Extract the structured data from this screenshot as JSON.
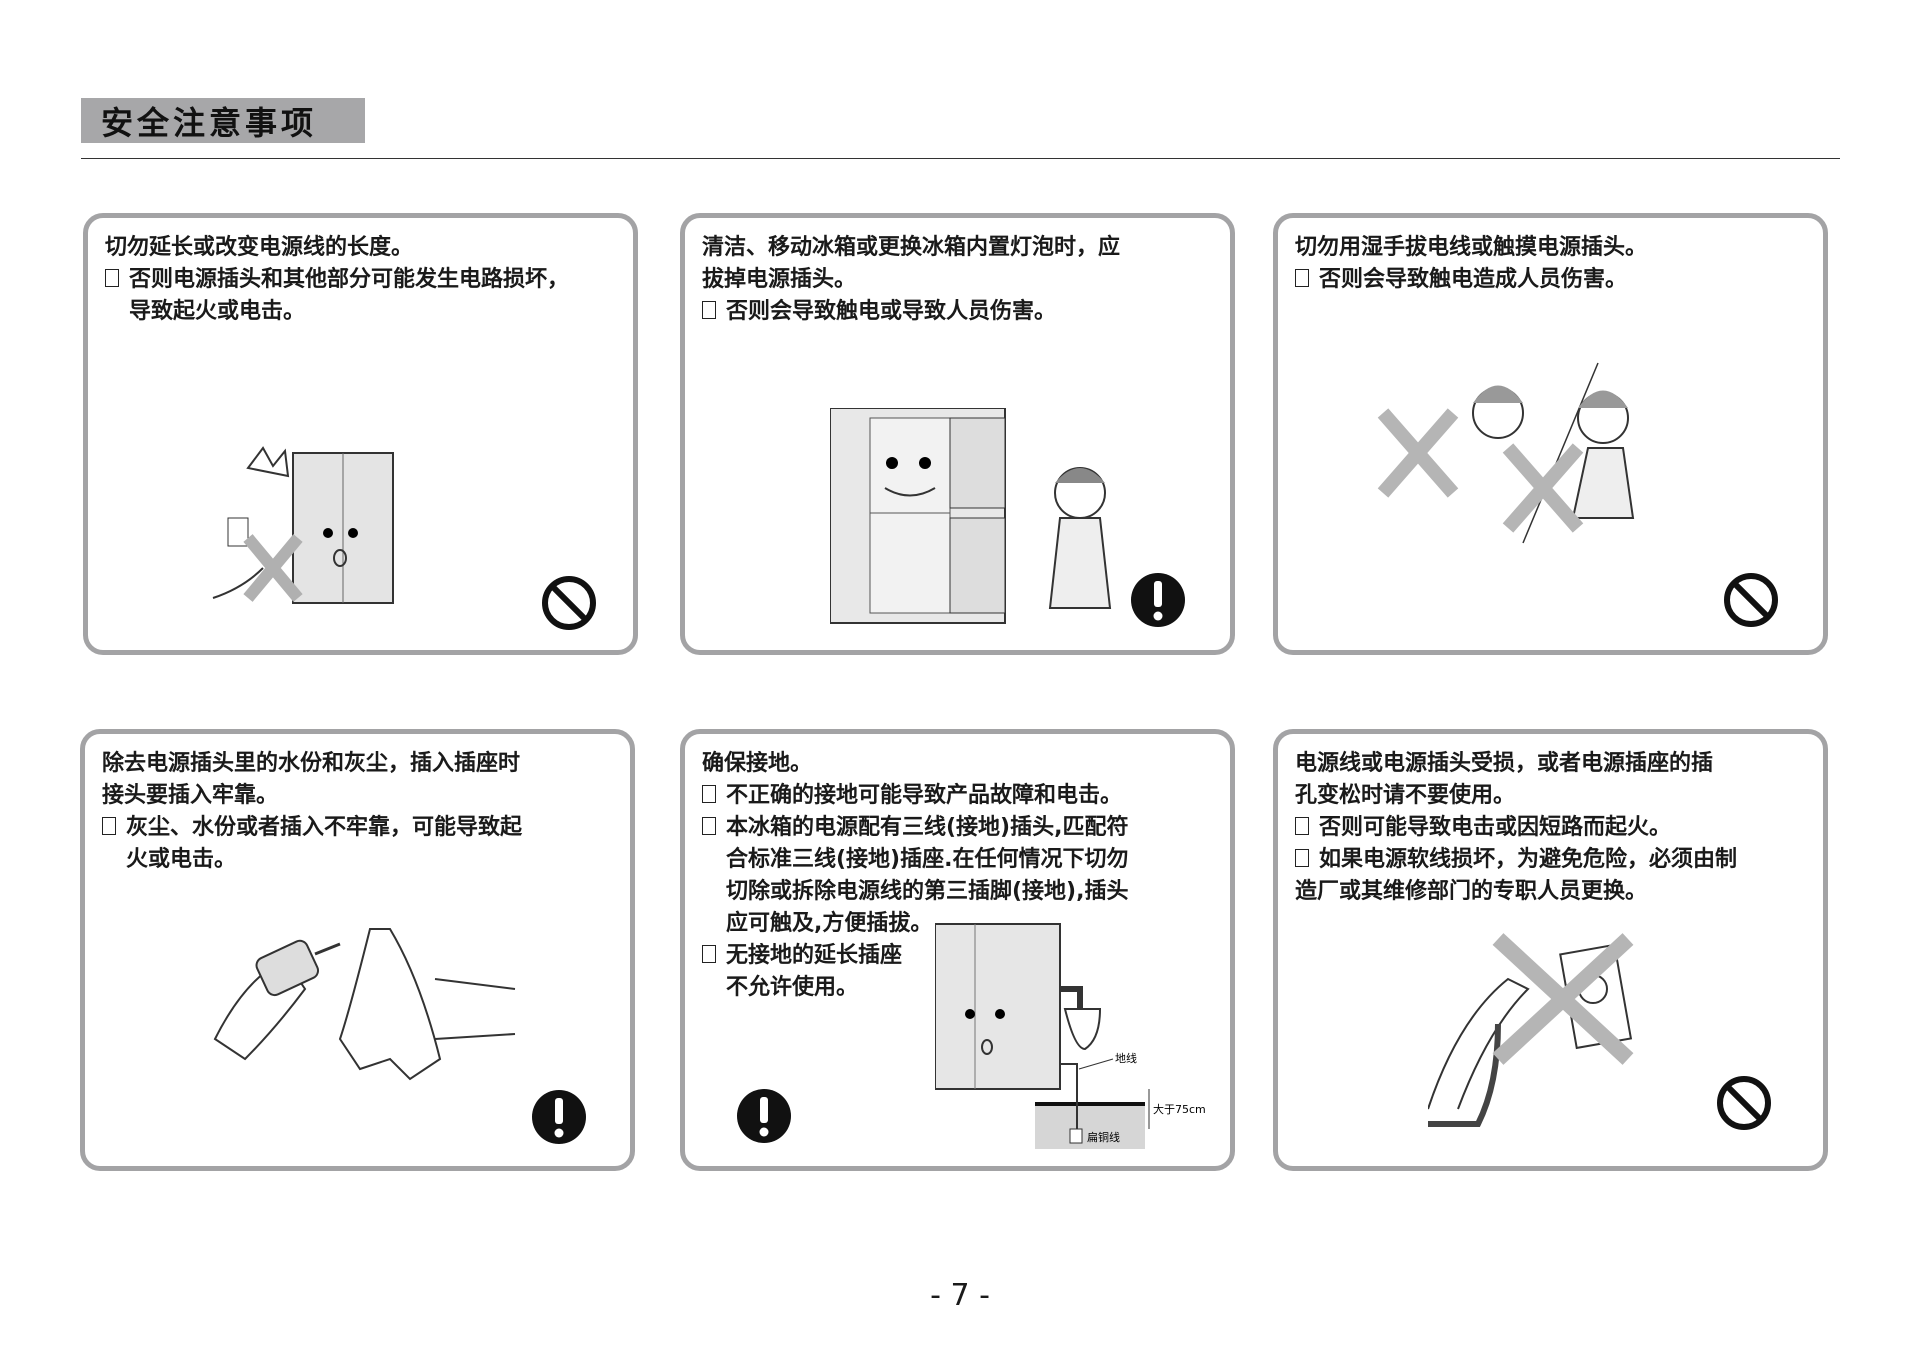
{
  "header": {
    "title": "安全注意事项"
  },
  "panels": [
    {
      "heading": [
        "切勿延长或改变电源线的长度。"
      ],
      "bullets": [
        [
          "否则电源插头和其他部分可能发生电路损坏，",
          "导致起火或电击。"
        ]
      ],
      "icon": "prohibition-icon"
    },
    {
      "heading": [
        "清洁、移动冰箱或更换冰箱内置灯泡时，应",
        "拔掉电源插头。"
      ],
      "bullets": [
        [
          "否则会导致触电或导致人员伤害。"
        ]
      ],
      "icon": "exclamation-icon"
    },
    {
      "heading": [
        "切勿用湿手拔电线或触摸电源插头。"
      ],
      "bullets": [
        [
          "否则会导致触电造成人员伤害。"
        ]
      ],
      "icon": "prohibition-icon"
    },
    {
      "heading": [
        "除去电源插头里的水份和灰尘，插入插座时",
        "接头要插入牢靠。"
      ],
      "bullets": [
        [
          "灰尘、水份或者插入不牢靠，可能导致起",
          "火或电击。"
        ]
      ],
      "icon": "exclamation-icon"
    },
    {
      "heading": [
        "确保接地。"
      ],
      "bullets": [
        [
          "不正确的接地可能导致产品故障和电击。"
        ],
        [
          "本冰箱的电源配有三线(接地)插头,匹配符",
          "合标准三线(接地)插座.在任何情况下切勿",
          "切除或拆除电源线的第三插脚(接地),插头",
          "应可触及,方便插拔。"
        ],
        [
          "无接地的延长插座",
          "不允许使用。"
        ]
      ],
      "icon": "exclamation-icon",
      "diagram_labels": {
        "ground_wire": "地线",
        "depth": "大于75cm",
        "copper": "扁铜线"
      }
    },
    {
      "heading": [
        "电源线或电源插头受损，或者电源插座的插",
        "孔变松时请不要使用。"
      ],
      "bullets": [
        [
          "否则可能导致电击或因短路而起火。"
        ],
        [
          "如果电源软线损坏，为避免危险，必须由制"
        ]
      ],
      "extra": [
        "造厂或其维修部门的专职人员更换。"
      ],
      "icon": "prohibition-icon"
    }
  ],
  "footer": {
    "page_number": "- 7 -"
  }
}
